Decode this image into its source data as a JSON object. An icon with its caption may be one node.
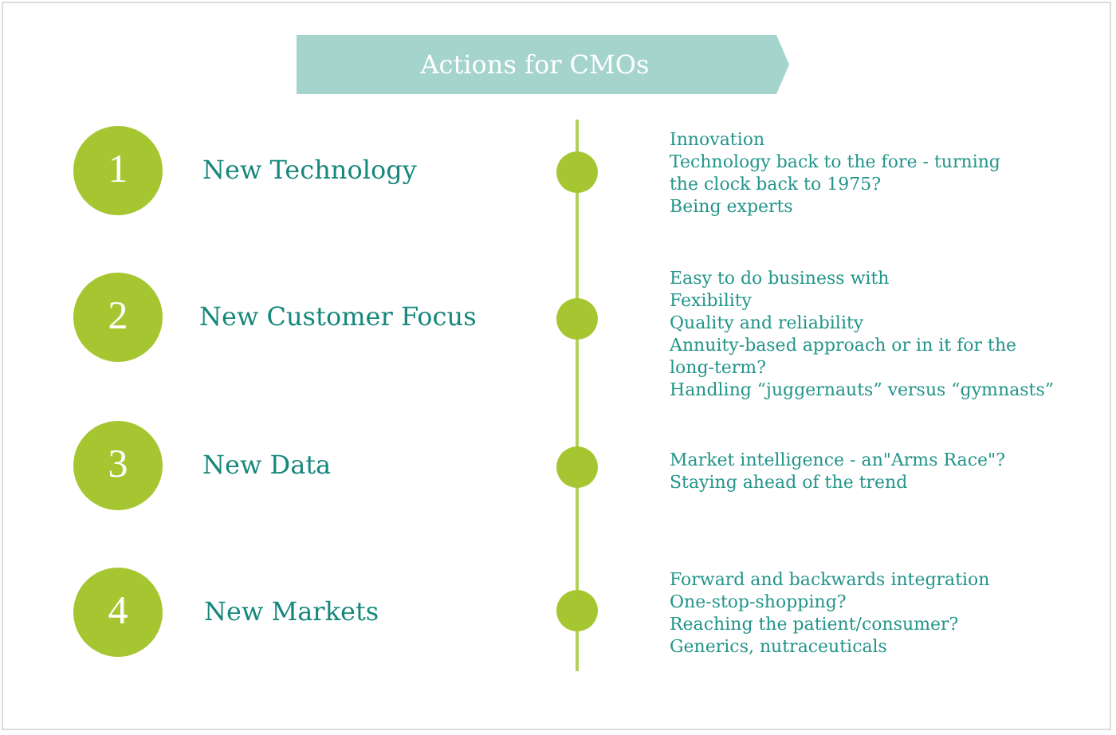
{
  "diagram": {
    "title": "Actions for CMOs",
    "nodes": [
      {
        "text": [
          "1"
        ],
        "beside": [
          "New Technology"
        ]
      },
      {
        "text": [],
        "shape": "circle",
        "beside": [
          "Innovation",
          "Technology back to the fore - turning the clock back to 1975?",
          "Being experts"
        ]
      },
      {
        "text": [
          "2"
        ],
        "beside": [
          "New Customer Focus"
        ]
      },
      {
        "text": [],
        "shape": "circle",
        "beside": [
          "Easy to do business with",
          "Fexibility",
          "Quality and reliability",
          "Annuity-based approach or in it for the long-term?",
          "Handling “juggernauts” versus “gymnasts”"
        ]
      },
      {
        "text": [
          "3"
        ],
        "beside": [
          "New Data"
        ]
      },
      {
        "text": [],
        "shape": "circle",
        "beside": [
          "Market intelligence - an\"Arms Race\"?",
          "Staying ahead of the trend"
        ]
      },
      {
        "text": [
          "4"
        ],
        "beside": [
          "New Markets"
        ]
      },
      {
        "text": [],
        "shape": "circle",
        "beside": [
          "Forward and backwards integration",
          "One-stop-shopping?",
          "Reaching the patient/consumer?",
          "Generics, nutraceuticals"
        ]
      }
    ]
  }
}
